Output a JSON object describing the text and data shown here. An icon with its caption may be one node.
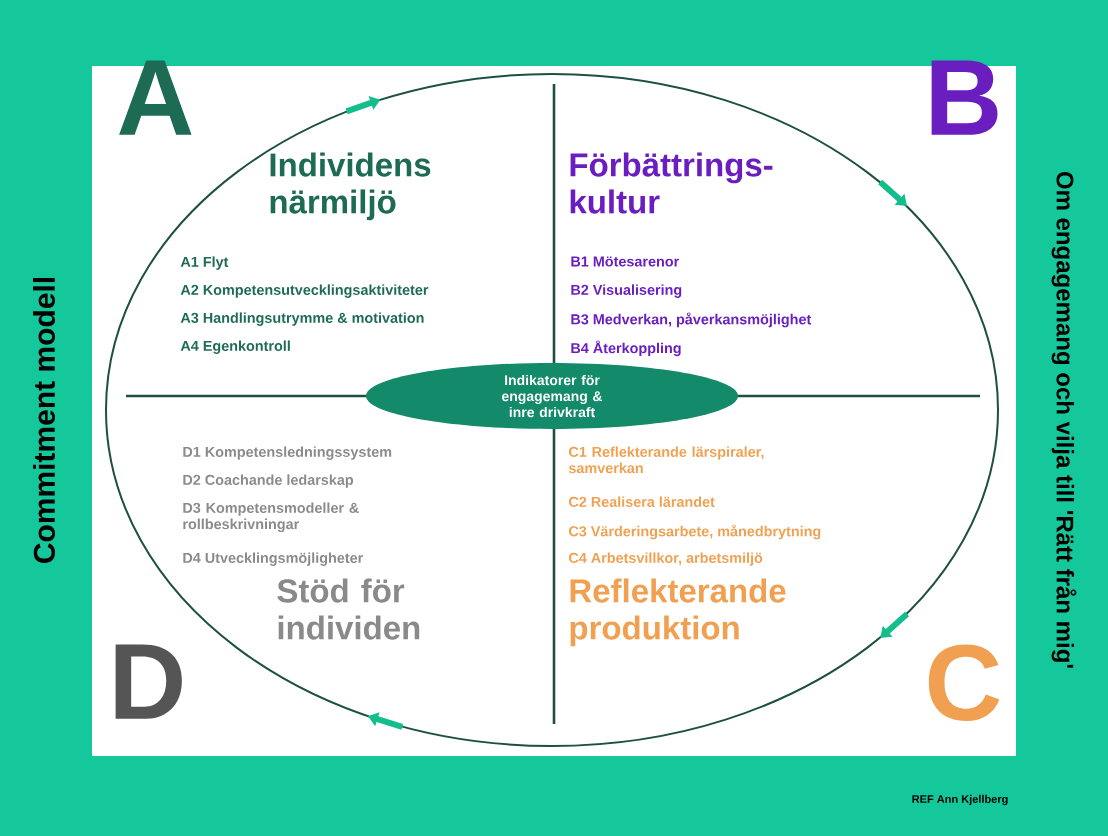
{
  "diagram": {
    "nodes": [
      {
        "text": [
          "Indikatorer för engagemang & inre drivkraft"
        ]
      }
    ],
    "labels": [
      "Commitment modell",
      "A",
      "Individens närmiljö",
      "A1 Flyt",
      "A2 Kompetensutvecklingsaktiviteter",
      "A3 Handlingsutrymme & motivation",
      "A4 Egenkontroll",
      "B",
      "Förbättrings- kultur",
      "B1 Mötesarenor",
      "B2 Visualisering",
      "B3 Medverkan, påverkansmöjlighet",
      "B4 Återkoppling",
      "Om engagemang och vilja till 'Rätt från mig'",
      "D1 Kompetensledningssystem",
      "D2 Coachande ledarskap",
      "D3 Kompetensmodeller & rollbeskrivningar",
      "D4 Utvecklingsmöjligheter",
      "Stöd för individen",
      "C1 Reflekterande lärspiraler, samverkan",
      "C2 Realisera lärandet",
      "C3 Värderingsarbete, månedbrytning",
      "C4 Arbetsvillkor, arbetsmiljö",
      "Reflekterande produktion",
      "D",
      "C",
      "REF Ann Kjellberg"
    ]
  }
}
